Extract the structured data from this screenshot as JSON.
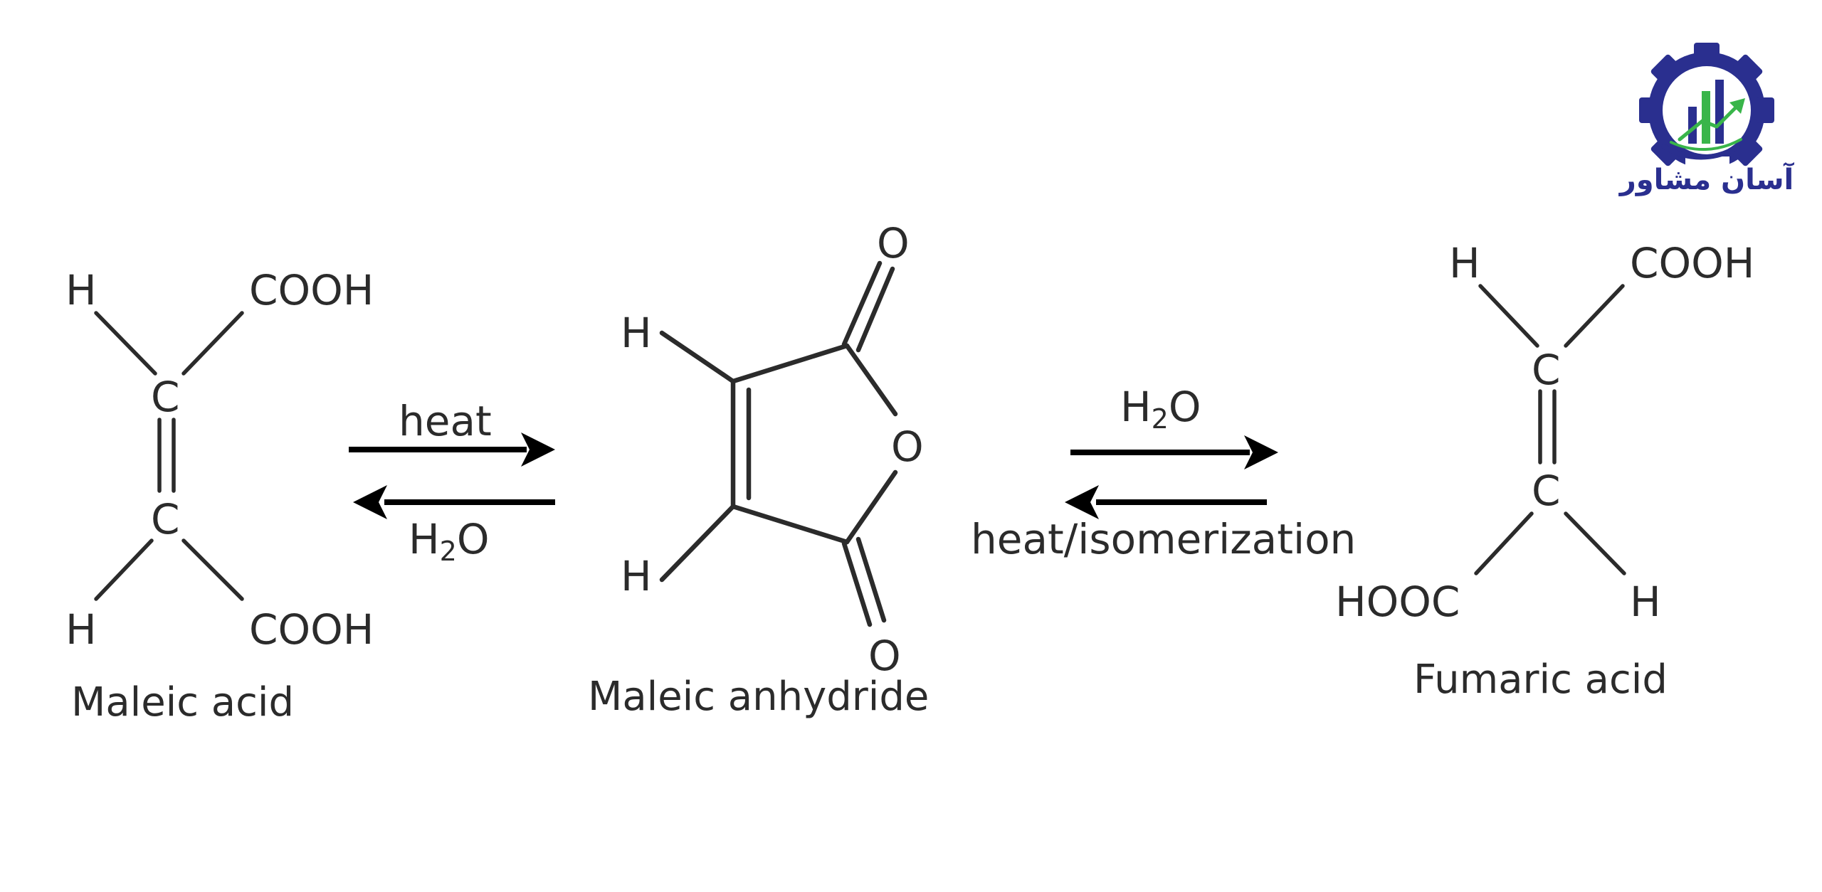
{
  "molecules": {
    "maleic_acid": {
      "name": "Maleic acid",
      "atoms": {
        "h_top": "H",
        "cooh_top": "COOH",
        "c_upper": "C",
        "c_lower": "C",
        "h_bottom": "H",
        "cooh_bottom": "COOH"
      }
    },
    "maleic_anhydride": {
      "name": "Maleic anhydride",
      "atoms": {
        "o_top": "O",
        "h_upper": "H",
        "o_ring": "O",
        "h_lower": "H",
        "o_bottom": "O"
      }
    },
    "fumaric_acid": {
      "name": "Fumaric acid",
      "atoms": {
        "h_top": "H",
        "cooh_top": "COOH",
        "c_upper": "C",
        "c_lower": "C",
        "hooc_bottom": "HOOC",
        "h_bottom": "H"
      }
    }
  },
  "reactions": {
    "first": {
      "forward": "heat",
      "reverse_h": "H",
      "reverse_sub": "2",
      "reverse_o": "O"
    },
    "second": {
      "forward_h": "H",
      "forward_sub": "2",
      "forward_o": "O",
      "reverse": "heat/isomerization"
    }
  },
  "logo": {
    "text": "آسان مشاور",
    "colors": {
      "navy": "#2a2f8f",
      "green": "#39b54a"
    }
  }
}
